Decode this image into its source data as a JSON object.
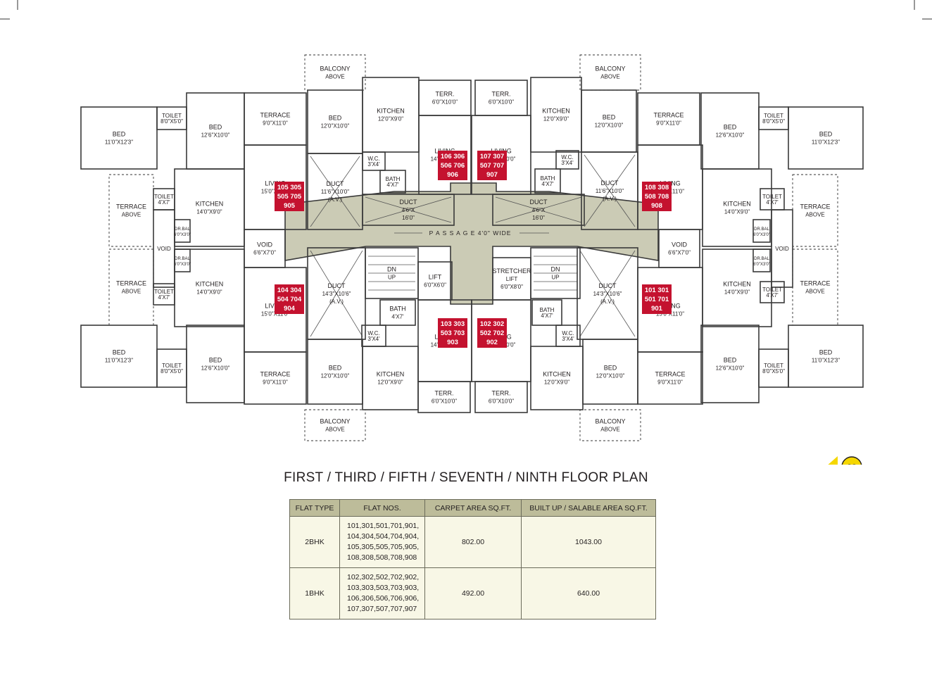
{
  "plan": {
    "title": "FIRST / THIRD / FIFTH / SEVENTH / NINTH FLOOR PLAN",
    "passage_label": "P A S S A G E  4'0\" WIDE",
    "compass": "N",
    "colors": {
      "bed": "#c9c6a1",
      "living": "#f6f4da",
      "kitchen": "#dddcb5",
      "terrace": "#e8e8e8",
      "passage": "#cbcbb5",
      "lift": "#f6edcc",
      "stair": "#d4e8d4",
      "flat_badge": "#c4122f"
    },
    "rooms": [
      {
        "id": "bed-l-top-outer",
        "name": "BED",
        "dim": "11'0\"X12'3\""
      },
      {
        "id": "toilet-l-top",
        "name": "TOILET",
        "dim": "8'0\"X5'0\""
      },
      {
        "id": "bed-l-top-inner",
        "name": "BED",
        "dim": "12'6\"X10'0\""
      },
      {
        "id": "terrace-l-top",
        "name": "TERRACE",
        "dim": "9'0\"X11'0\""
      },
      {
        "id": "living-l-top",
        "name": "LIVING",
        "dim": "15'0\"X11'0\""
      },
      {
        "id": "toilet-l-top-small",
        "name": "TOILET",
        "dim": "4'X7'"
      },
      {
        "id": "kitchen-l-top",
        "name": "KITCHEN",
        "dim": "14'0\"X9'0\""
      },
      {
        "id": "terrace-above-l-top",
        "name": "TERRACE",
        "dim": "ABOVE"
      },
      {
        "id": "void-l-outer",
        "name": "VOID",
        "dim": ""
      },
      {
        "id": "drbal-l-top",
        "name": "DR.BAL",
        "dim": "6'0\"X3'0\""
      },
      {
        "id": "void-l-inner",
        "name": "VOID",
        "dim": "6'6\"X7'0\""
      },
      {
        "id": "drbal-l-bot",
        "name": "DR.BAL",
        "dim": "6'0\"X3'0\""
      },
      {
        "id": "terrace-above-l-bot",
        "name": "TERRACE",
        "dim": "ABOVE"
      },
      {
        "id": "toilet-l-bot-small",
        "name": "TOILET",
        "dim": "4'X7'"
      },
      {
        "id": "kitchen-l-bot",
        "name": "KITCHEN",
        "dim": "14'0\"X9'0\""
      },
      {
        "id": "living-l-bot",
        "name": "LIVING",
        "dim": "15'0\"X11'0\""
      },
      {
        "id": "bed-l-bot-outer",
        "name": "BED",
        "dim": "11'0\"X12'3\""
      },
      {
        "id": "toilet-l-bot",
        "name": "TOILET",
        "dim": "8'0\"X5'0\""
      },
      {
        "id": "bed-l-bot-inner",
        "name": "BED",
        "dim": "12'6\"X10'0\""
      },
      {
        "id": "terrace-l-bot",
        "name": "TERRACE",
        "dim": "9'0\"X11'0\""
      },
      {
        "id": "balcony-tl",
        "name": "BALCONY",
        "dim": "ABOVE"
      },
      {
        "id": "bed-cl-top",
        "name": "BED",
        "dim": "12'0\"X10'0\""
      },
      {
        "id": "kitchen-cl-top",
        "name": "KITCHEN",
        "dim": "12'0\"X9'0\""
      },
      {
        "id": "terr-cl-top",
        "name": "TERR.",
        "dim": "6'0\"X10'0\""
      },
      {
        "id": "living-cl-top",
        "name": "LIVING",
        "dim": "14'0\"X10'0\""
      },
      {
        "id": "wc-cl-top",
        "name": "W.C.",
        "dim": "3'X4'"
      },
      {
        "id": "bath-cl-top",
        "name": "BATH",
        "dim": "4'X7'"
      },
      {
        "id": "duct-cl-top",
        "name": "DUCT",
        "dim": "11'6\"X10'0\"",
        "extra": "(A.V.)"
      },
      {
        "id": "duct-small-l",
        "name": "DUCT",
        "dim": "4'6\"X",
        "extra": "16'0\""
      },
      {
        "id": "terr-cr-top",
        "name": "TERR.",
        "dim": "6'0\"X10'0\""
      },
      {
        "id": "living-cr-top",
        "name": "LIVING",
        "dim": "14'0\"X10'0\""
      },
      {
        "id": "kitchen-cr-top",
        "name": "KITCHEN",
        "dim": "12'0\"X9'0\""
      },
      {
        "id": "bed-cr-top",
        "name": "BED",
        "dim": "12'0\"X10'0\""
      },
      {
        "id": "wc-cr-top",
        "name": "W.C.",
        "dim": "3'X4'"
      },
      {
        "id": "bath-cr-top",
        "name": "BATH",
        "dim": "4'X7'"
      },
      {
        "id": "duct-small-r",
        "name": "DUCT",
        "dim": "4'6\"X",
        "extra": "16'0\""
      },
      {
        "id": "duct-cr-top",
        "name": "DUCT",
        "dim": "11'6\"X10'0\"",
        "extra": "(A.V.)"
      },
      {
        "id": "balcony-tr",
        "name": "BALCONY",
        "dim": "ABOVE"
      },
      {
        "id": "duct-cl-bot",
        "name": "DUCT",
        "dim": "14'3\"X10'6\"",
        "extra": "(A.V.)"
      },
      {
        "id": "stair-l",
        "name": "DN",
        "dim": "UP"
      },
      {
        "id": "lift",
        "name": "LIFT",
        "dim": "6'0\"X6'0\""
      },
      {
        "id": "stretcher-lift",
        "name": "STRETCHER",
        "dim": "LIFT",
        "extra": "6'0\"X8'0\""
      },
      {
        "id": "stair-r",
        "name": "DN",
        "dim": "UP"
      },
      {
        "id": "duct-cr-bot",
        "name": "DUCT",
        "dim": "14'3\"X10'6\"",
        "extra": "(A.V.)"
      },
      {
        "id": "bath-cl-bot",
        "name": "BATH",
        "dim": "4'X7'"
      },
      {
        "id": "wc-cl-bot",
        "name": "W.C.",
        "dim": "3'X4'"
      },
      {
        "id": "living-cl-bot",
        "name": "LIVING",
        "dim": "14'0\"X10'0\""
      },
      {
        "id": "bed-cl-bot",
        "name": "BED",
        "dim": "12'0\"X10'0\""
      },
      {
        "id": "kitchen-cl-bot",
        "name": "KITCHEN",
        "dim": "12'0\"X9'0\""
      },
      {
        "id": "terr-cl-bot",
        "name": "TERR.",
        "dim": "6'0\"X10'0\""
      },
      {
        "id": "living-cr-bot",
        "name": "LIVING",
        "dim": "14'0\"X10'0\""
      },
      {
        "id": "bath-cr-bot",
        "name": "BATH",
        "dim": "4'X7'"
      },
      {
        "id": "wc-cr-bot",
        "name": "W.C.",
        "dim": "3'X4'"
      },
      {
        "id": "kitchen-cr-bot",
        "name": "KITCHEN",
        "dim": "12'0\"X9'0\""
      },
      {
        "id": "bed-cr-bot",
        "name": "BED",
        "dim": "12'0\"X10'0\""
      },
      {
        "id": "terr-cr-bot",
        "name": "TERR.",
        "dim": "6'0\"X10'0\""
      },
      {
        "id": "balcony-bl",
        "name": "BALCONY",
        "dim": "ABOVE"
      },
      {
        "id": "balcony-br",
        "name": "BALCONY",
        "dim": "ABOVE"
      },
      {
        "id": "terrace-r-top",
        "name": "TERRACE",
        "dim": "9'0\"X11'0\""
      },
      {
        "id": "bed-r-top-inner",
        "name": "BED",
        "dim": "12'6\"X10'0\""
      },
      {
        "id": "toilet-r-top",
        "name": "TOILET",
        "dim": "8'0\"X5'0\""
      },
      {
        "id": "bed-r-top-outer",
        "name": "BED",
        "dim": "11'0\"X12'3\""
      },
      {
        "id": "living-r-top",
        "name": "LIVING",
        "dim": "15'0\"X11'0\""
      },
      {
        "id": "kitchen-r-top",
        "name": "KITCHEN",
        "dim": "14'0\"X9'0\""
      },
      {
        "id": "toilet-r-top-small",
        "name": "TOILET",
        "dim": "4'X7'"
      },
      {
        "id": "terrace-above-r-top",
        "name": "TERRACE",
        "dim": "ABOVE"
      },
      {
        "id": "void-r-inner",
        "name": "VOID",
        "dim": "6'6\"X7'0\""
      },
      {
        "id": "drbal-r-top",
        "name": "DR.BAL",
        "dim": "6'0\"X3'0\""
      },
      {
        "id": "void-r-outer",
        "name": "VOID",
        "dim": ""
      },
      {
        "id": "drbal-r-bot",
        "name": "DR.BAL",
        "dim": "6'0\"X3'0\""
      },
      {
        "id": "kitchen-r-bot",
        "name": "KITCHEN",
        "dim": "14'0\"X9'0\""
      },
      {
        "id": "toilet-r-bot-small",
        "name": "TOILET",
        "dim": "4'X7'"
      },
      {
        "id": "terrace-above-r-bot",
        "name": "TERRACE",
        "dim": "ABOVE"
      },
      {
        "id": "living-r-bot",
        "name": "LIVING",
        "dim": "15'0\"X11'0\""
      },
      {
        "id": "terrace-r-bot",
        "name": "TERRACE",
        "dim": "9'0\"X11'0\""
      },
      {
        "id": "bed-r-bot-inner",
        "name": "BED",
        "dim": "12'6\"X10'0\""
      },
      {
        "id": "toilet-r-bot",
        "name": "TOILET",
        "dim": "8'0\"X5'0\""
      },
      {
        "id": "bed-r-bot-outer",
        "name": "BED",
        "dim": "11'0\"X12'3\""
      }
    ],
    "flat_badges": [
      {
        "id": "flats-105",
        "lines": [
          "105 305",
          "505 705",
          "905"
        ]
      },
      {
        "id": "flats-106",
        "lines": [
          "106 306",
          "506 706",
          "906"
        ]
      },
      {
        "id": "flats-107",
        "lines": [
          "107 307",
          "507 707",
          "907"
        ]
      },
      {
        "id": "flats-108",
        "lines": [
          "108 308",
          "508 708",
          "908"
        ]
      },
      {
        "id": "flats-104",
        "lines": [
          "104 304",
          "504 704",
          "904"
        ]
      },
      {
        "id": "flats-103",
        "lines": [
          "103 303",
          "503 703",
          "903"
        ]
      },
      {
        "id": "flats-102",
        "lines": [
          "102 302",
          "502 702",
          "902"
        ]
      },
      {
        "id": "flats-101",
        "lines": [
          "101 301",
          "501 701",
          "901"
        ]
      }
    ]
  },
  "table": {
    "headers": [
      "FLAT TYPE",
      "FLAT NOS.",
      "CARPET AREA  SQ.FT.",
      "BUILT UP / SALABLE AREA  SQ.FT."
    ],
    "rows": [
      {
        "type": "2BHK",
        "flats": [
          "101,301,501,701,901,",
          "104,304,504,704,904,",
          "105,305,505,705,905,",
          "108,308,508,708,908"
        ],
        "carpet": "802.00",
        "builtup": "1043.00"
      },
      {
        "type": "1BHK",
        "flats": [
          "102,302,502,702,902,",
          "103,303,503,703,903,",
          "106,306,506,706,906,",
          "107,307,507,707,907"
        ],
        "carpet": "492.00",
        "builtup": "640.00"
      }
    ]
  }
}
